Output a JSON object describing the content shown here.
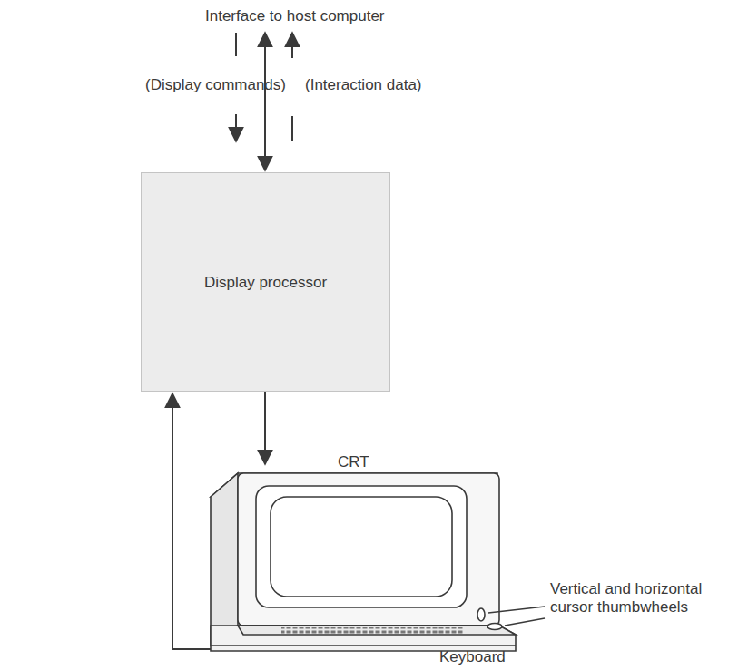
{
  "diagram": {
    "nodes": [
      {
        "text": [
          "Display processor"
        ]
      }
    ],
    "labels": [
      "Interface to host computer",
      "(Display commands)",
      "(Interaction data)",
      "CRT",
      "Vertical and horizontal cursor thumbwheels",
      "Keyboard"
    ]
  }
}
